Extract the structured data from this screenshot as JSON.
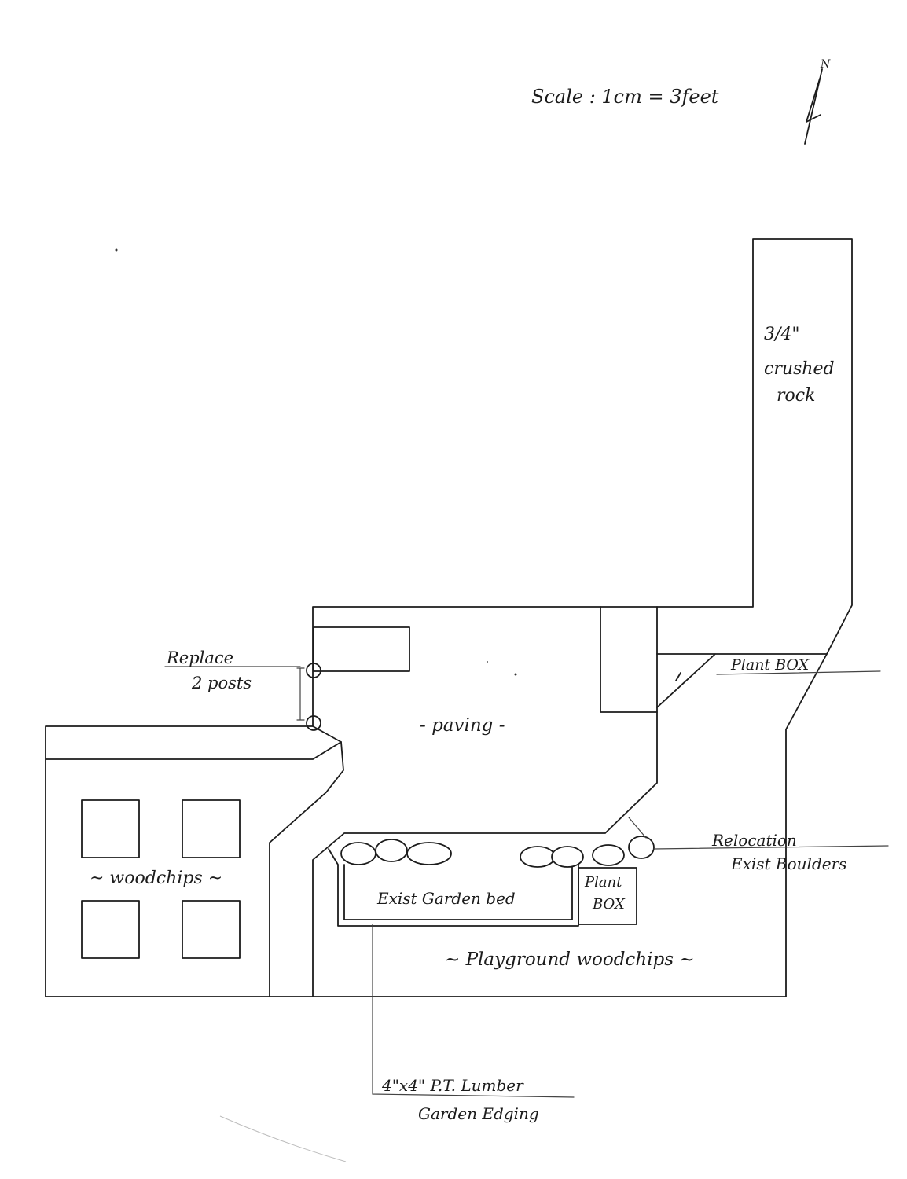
{
  "header": {
    "scale": "Scale : 1cm = 3feet",
    "north": "N"
  },
  "labels": {
    "crushed_rock": [
      "3/4\"",
      "crushed",
      "rock"
    ],
    "replace_posts": [
      "Replace",
      "2 posts"
    ],
    "paving": "- paving -",
    "plant_box_upper": "Plant BOX",
    "woodchips": "~ woodchips ~",
    "relocation": [
      "Relocation",
      "Exist Boulders"
    ],
    "exist_garden_bed": "Exist Garden bed",
    "plant_box_lower": [
      "Plant",
      "BOX"
    ],
    "playground_woodchips": "~ Playground woodchips ~",
    "lumber": [
      "4\"x4\" P.T. Lumber",
      "Garden Edging"
    ]
  }
}
